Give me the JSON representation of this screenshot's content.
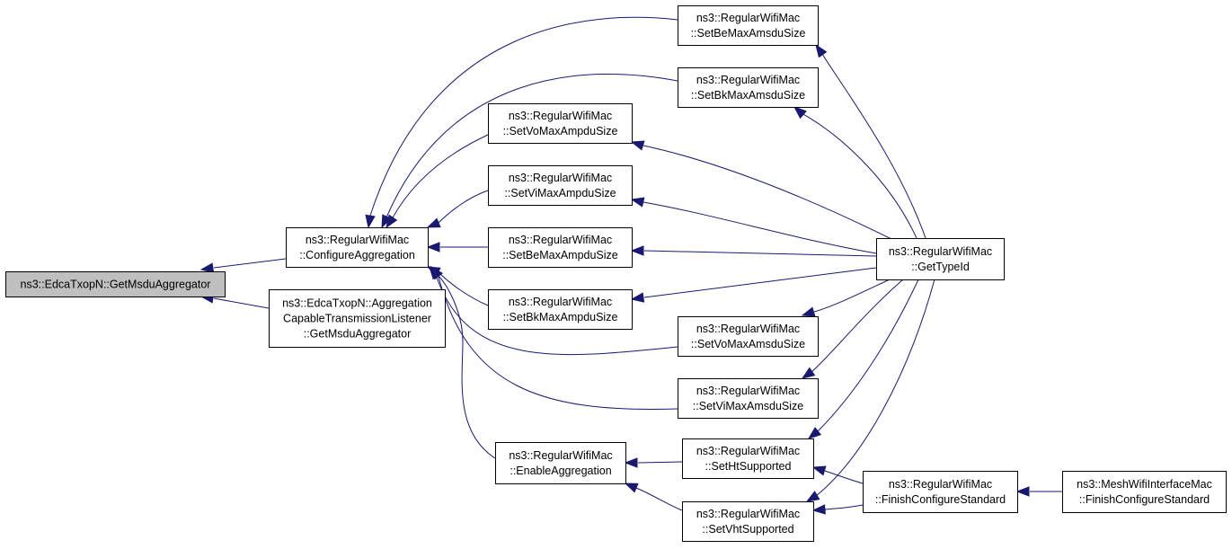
{
  "nodes": [
    {
      "id": "root",
      "lines": [
        "ns3::EdcaTxopN::GetMsduAggregator"
      ],
      "highlight": true
    },
    {
      "id": "configureAggregation",
      "lines": [
        "ns3::RegularWifiMac",
        "::ConfigureAggregation"
      ]
    },
    {
      "id": "listenerGetMsduAggregator",
      "lines": [
        "ns3::EdcaTxopN::Aggregation",
        "CapableTransmissionListener",
        "::GetMsduAggregator"
      ]
    },
    {
      "id": "setBeMaxAmsduSize",
      "lines": [
        "ns3::RegularWifiMac",
        "::SetBeMaxAmsduSize"
      ]
    },
    {
      "id": "setBkMaxAmsduSize",
      "lines": [
        "ns3::RegularWifiMac",
        "::SetBkMaxAmsduSize"
      ]
    },
    {
      "id": "setVoMaxAmpduSize",
      "lines": [
        "ns3::RegularWifiMac",
        "::SetVoMaxAmpduSize"
      ]
    },
    {
      "id": "setViMaxAmpduSize",
      "lines": [
        "ns3::RegularWifiMac",
        "::SetViMaxAmpduSize"
      ]
    },
    {
      "id": "setBeMaxAmpduSize",
      "lines": [
        "ns3::RegularWifiMac",
        "::SetBeMaxAmpduSize"
      ]
    },
    {
      "id": "setBkMaxAmpduSize",
      "lines": [
        "ns3::RegularWifiMac",
        "::SetBkMaxAmpduSize"
      ]
    },
    {
      "id": "setVoMaxAmsduSize",
      "lines": [
        "ns3::RegularWifiMac",
        "::SetVoMaxAmsduSize"
      ]
    },
    {
      "id": "setViMaxAmsduSize",
      "lines": [
        "ns3::RegularWifiMac",
        "::SetViMaxAmsduSize"
      ]
    },
    {
      "id": "enableAggregation",
      "lines": [
        "ns3::RegularWifiMac",
        "::EnableAggregation"
      ]
    },
    {
      "id": "setHtSupported",
      "lines": [
        "ns3::RegularWifiMac",
        "::SetHtSupported"
      ]
    },
    {
      "id": "setVhtSupported",
      "lines": [
        "ns3::RegularWifiMac",
        "::SetVhtSupported"
      ]
    },
    {
      "id": "getTypeId",
      "lines": [
        "ns3::RegularWifiMac",
        "::GetTypeId"
      ]
    },
    {
      "id": "finishConfigureStandard",
      "lines": [
        "ns3::RegularWifiMac",
        "::FinishConfigureStandard"
      ]
    },
    {
      "id": "meshFinishConfigureStandard",
      "lines": [
        "ns3::MeshWifiInterfaceMac",
        "::FinishConfigureStandard"
      ]
    }
  ],
  "edges": [
    {
      "from": "configureAggregation",
      "to": "root"
    },
    {
      "from": "listenerGetMsduAggregator",
      "to": "root"
    },
    {
      "from": "setBeMaxAmsduSize",
      "to": "configureAggregation"
    },
    {
      "from": "setBkMaxAmsduSize",
      "to": "configureAggregation"
    },
    {
      "from": "setVoMaxAmpduSize",
      "to": "configureAggregation"
    },
    {
      "from": "setViMaxAmpduSize",
      "to": "configureAggregation"
    },
    {
      "from": "setBeMaxAmpduSize",
      "to": "configureAggregation"
    },
    {
      "from": "setBkMaxAmpduSize",
      "to": "configureAggregation"
    },
    {
      "from": "setVoMaxAmsduSize",
      "to": "configureAggregation"
    },
    {
      "from": "setViMaxAmsduSize",
      "to": "configureAggregation"
    },
    {
      "from": "enableAggregation",
      "to": "configureAggregation"
    },
    {
      "from": "setHtSupported",
      "to": "enableAggregation"
    },
    {
      "from": "setVhtSupported",
      "to": "enableAggregation"
    },
    {
      "from": "getTypeId",
      "to": "setBeMaxAmsduSize"
    },
    {
      "from": "getTypeId",
      "to": "setBkMaxAmsduSize"
    },
    {
      "from": "getTypeId",
      "to": "setVoMaxAmpduSize"
    },
    {
      "from": "getTypeId",
      "to": "setViMaxAmpduSize"
    },
    {
      "from": "getTypeId",
      "to": "setBeMaxAmpduSize"
    },
    {
      "from": "getTypeId",
      "to": "setBkMaxAmpduSize"
    },
    {
      "from": "getTypeId",
      "to": "setVoMaxAmsduSize"
    },
    {
      "from": "getTypeId",
      "to": "setViMaxAmsduSize"
    },
    {
      "from": "getTypeId",
      "to": "setHtSupported"
    },
    {
      "from": "getTypeId",
      "to": "setVhtSupported"
    },
    {
      "from": "finishConfigureStandard",
      "to": "setHtSupported"
    },
    {
      "from": "finishConfigureStandard",
      "to": "setVhtSupported"
    },
    {
      "from": "meshFinishConfigureStandard",
      "to": "finishConfigureStandard"
    }
  ],
  "colors": {
    "edge": "#191970",
    "highlight_fill": "#bfbfbf",
    "node_fill": "#ffffff",
    "node_stroke": "#000000"
  }
}
